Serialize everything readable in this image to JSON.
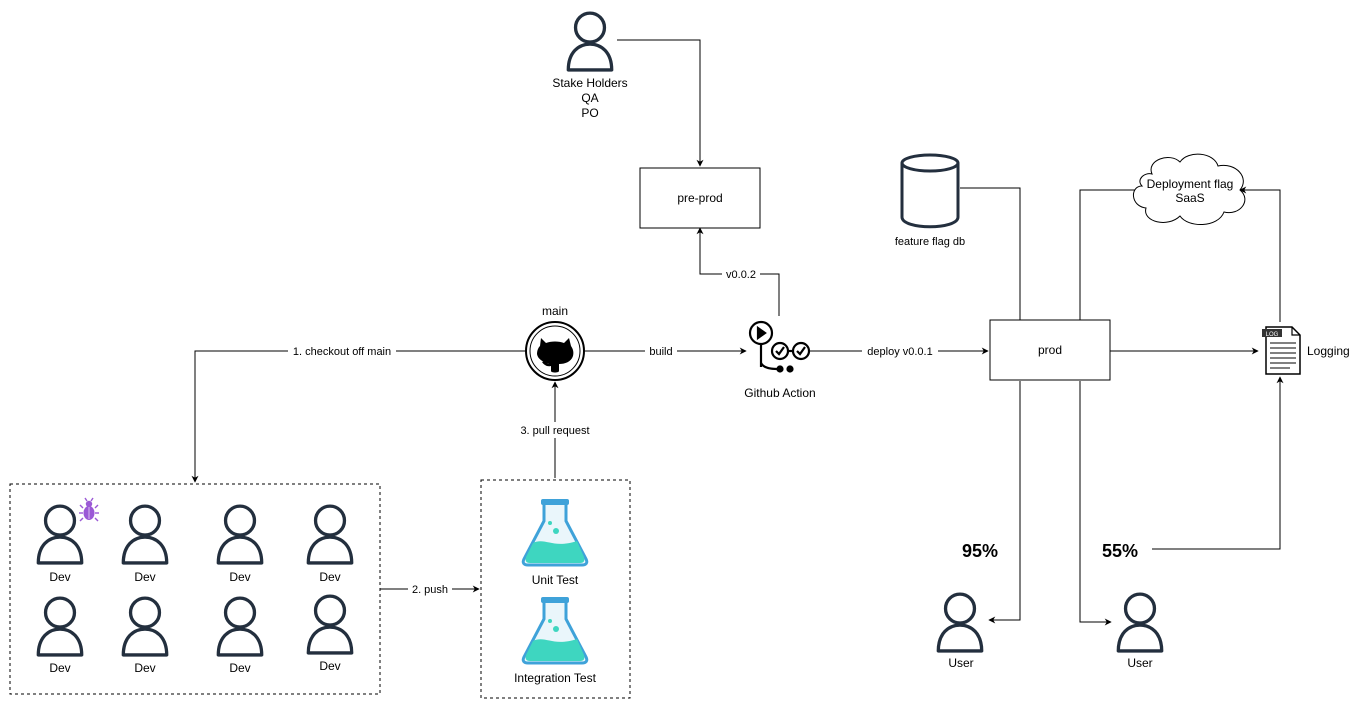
{
  "stakeholders": {
    "lines": [
      "Stake Holders",
      "QA",
      "PO"
    ]
  },
  "preprod": {
    "label": "pre-prod"
  },
  "main": {
    "label": "main"
  },
  "github_action": {
    "label": "Github Action"
  },
  "prod": {
    "label": "prod"
  },
  "feature_flag_db": {
    "label": "feature flag db"
  },
  "deployment_flag": {
    "lines": [
      "Deployment flag",
      "SaaS"
    ]
  },
  "logging": {
    "label": "Logging",
    "icon_text": "LOG"
  },
  "edges": {
    "checkout": "1. checkout off main",
    "push": "2. push",
    "pull_request": "3. pull request",
    "build": "build",
    "deploy": "deploy v0.0.1",
    "version": "v0.0.2"
  },
  "devs": [
    "Dev",
    "Dev",
    "Dev",
    "Dev",
    "Dev",
    "Dev",
    "Dev",
    "Dev"
  ],
  "tests": {
    "unit": "Unit Test",
    "integration": "Integration Test"
  },
  "users": {
    "left": "User",
    "right": "User"
  },
  "percentages": {
    "left": "95%",
    "right": "55%"
  },
  "colors": {
    "icon_stroke": "#232f3e",
    "bug": "#9b59d6",
    "flask_top": "#3fa2d9",
    "flask_liquid": "#3ed6c0",
    "line": "#000000"
  }
}
